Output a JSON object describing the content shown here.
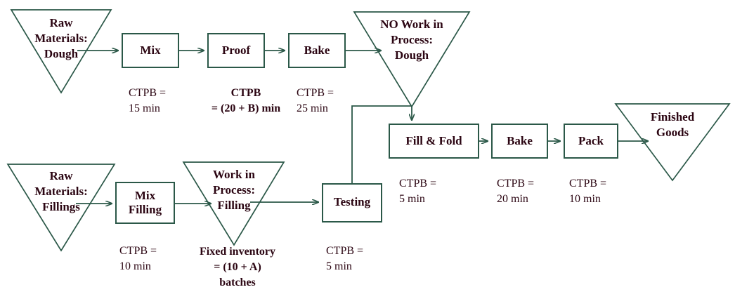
{
  "diagram": {
    "type": "process-flow",
    "title": "Bakery process flow with CTPB annotations",
    "colors": {
      "stroke": "#2b5848",
      "text": "#2b0512",
      "background": "#ffffff"
    },
    "inventory_nodes": [
      {
        "id": "raw-dough",
        "label": "Raw\nMaterials:\nDough"
      },
      {
        "id": "no-wip-dough",
        "label": "NO Work  in\nProcess:\nDough"
      },
      {
        "id": "raw-fillings",
        "label": "Raw\nMaterials:\nFillings"
      },
      {
        "id": "wip-filling",
        "label": "Work  in\nProcess:\nFilling"
      },
      {
        "id": "finished-goods",
        "label": "Finished\nGoods"
      }
    ],
    "process_nodes": [
      {
        "id": "mix",
        "label": "Mix"
      },
      {
        "id": "proof",
        "label": "Proof"
      },
      {
        "id": "bake-top",
        "label": "Bake"
      },
      {
        "id": "fill-fold",
        "label": "Fill & Fold"
      },
      {
        "id": "bake-bottom",
        "label": "Bake"
      },
      {
        "id": "pack",
        "label": "Pack"
      },
      {
        "id": "mix-filling",
        "label": "Mix\nFilling"
      },
      {
        "id": "testing",
        "label": "Testing"
      }
    ],
    "annotations": [
      {
        "id": "mix-ctpb",
        "text": "CTPB =\n15 min",
        "bold": false
      },
      {
        "id": "proof-ctpb",
        "text": "CTPB\n= (20 + B) min",
        "bold": true
      },
      {
        "id": "bake-top-ctpb",
        "text": "CTPB =\n25 min",
        "bold": false
      },
      {
        "id": "fill-fold-ctpb",
        "text": "CTPB =\n5 min",
        "bold": false
      },
      {
        "id": "bake-bottom-ctpb",
        "text": "CTPB =\n20 min",
        "bold": false
      },
      {
        "id": "pack-ctpb",
        "text": "CTPB =\n10 min",
        "bold": false
      },
      {
        "id": "mix-filling-ctpb",
        "text": "CTPB =\n10 min",
        "bold": false
      },
      {
        "id": "wip-filling-inventory",
        "text": "Fixed inventory\n= (10 + A)\nbatches",
        "bold": true
      },
      {
        "id": "testing-ctpb",
        "text": "CTPB =\n5 min",
        "bold": false
      }
    ]
  }
}
